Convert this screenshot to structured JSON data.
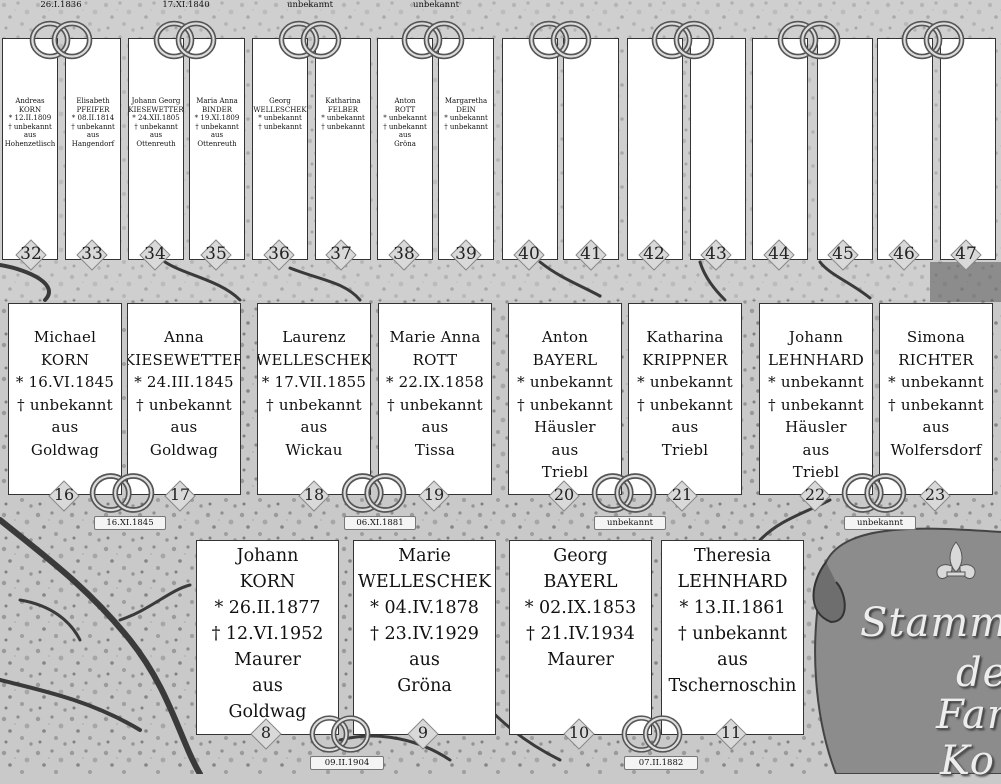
{
  "gen5": {
    "marriages": [
      "26.I.1836",
      "17.XI.1840",
      "unbekannt",
      "unbekannt"
    ],
    "persons": [
      {
        "num": "32",
        "lines": [
          "Andreas",
          "KORN",
          "* 12.II.1809",
          "† unbekannt",
          "aus",
          "Hohenzetlisch"
        ]
      },
      {
        "num": "33",
        "lines": [
          "Elisabeth",
          "PFEIFER",
          "* 08.II.1814",
          "† unbekannt",
          "aus",
          "Hangendorf"
        ]
      },
      {
        "num": "34",
        "lines": [
          "Johann Georg",
          "KIESEWETTER",
          "* 24.XII.1805",
          "† unbekannt",
          "aus",
          "Ottenreuth"
        ]
      },
      {
        "num": "35",
        "lines": [
          "Maria Anna",
          "BINDER",
          "* 19.XI.1809",
          "† unbekannt",
          "aus",
          "Ottenreuth"
        ]
      },
      {
        "num": "36",
        "lines": [
          "Georg",
          "WELLESCHEK",
          "* unbekannt",
          "† unbekannt"
        ]
      },
      {
        "num": "37",
        "lines": [
          "Katharina",
          "FELBER",
          "* unbekannt",
          "† unbekannt"
        ]
      },
      {
        "num": "38",
        "lines": [
          "Anton",
          "ROTT",
          "* unbekannt",
          "† unbekannt",
          "aus",
          "Gröna"
        ]
      },
      {
        "num": "39",
        "lines": [
          "Margaretha",
          "DEIN",
          "* unbekannt",
          "† unbekannt"
        ]
      },
      {
        "num": "40",
        "lines": []
      },
      {
        "num": "41",
        "lines": []
      },
      {
        "num": "42",
        "lines": []
      },
      {
        "num": "43",
        "lines": []
      },
      {
        "num": "44",
        "lines": []
      },
      {
        "num": "45",
        "lines": []
      },
      {
        "num": "46",
        "lines": []
      },
      {
        "num": "47",
        "lines": []
      }
    ]
  },
  "gen4": {
    "marriages": [
      "16.XI.1845",
      "06.XI.1881",
      "unbekannt",
      "unbekannt"
    ],
    "persons": [
      {
        "num": "16",
        "lines": [
          "Michael",
          "KORN",
          "* 16.VI.1845",
          "† unbekannt",
          "aus",
          "Goldwag"
        ]
      },
      {
        "num": "17",
        "lines": [
          "Anna",
          "KIESEWETTER",
          "* 24.III.1845",
          "† unbekannt",
          "aus",
          "Goldwag"
        ]
      },
      {
        "num": "18",
        "lines": [
          "Laurenz",
          "WELLESCHEK",
          "* 17.VII.1855",
          "† unbekannt",
          "aus",
          "Wickau"
        ]
      },
      {
        "num": "19",
        "lines": [
          "Marie Anna",
          "ROTT",
          "* 22.IX.1858",
          "† unbekannt",
          "aus",
          "Tissa"
        ]
      },
      {
        "num": "20",
        "lines": [
          "Anton",
          "BAYERL",
          "* unbekannt",
          "† unbekannt",
          "Häusler",
          "aus",
          "Triebl"
        ]
      },
      {
        "num": "21",
        "lines": [
          "Katharina",
          "KRIPPNER",
          "* unbekannt",
          "† unbekannt",
          "aus",
          "Triebl"
        ]
      },
      {
        "num": "22",
        "lines": [
          "Johann",
          "LEHNHARD",
          "* unbekannt",
          "† unbekannt",
          "Häusler",
          "aus",
          "Triebl"
        ]
      },
      {
        "num": "23",
        "lines": [
          "Simona",
          "RICHTER",
          "* unbekannt",
          "† unbekannt",
          "aus",
          "Wolfersdorf"
        ]
      }
    ]
  },
  "gen3": {
    "marriages": [
      "09.II.1904",
      "07.II.1882"
    ],
    "persons": [
      {
        "num": "8",
        "lines": [
          "Johann",
          "KORN",
          "* 26.II.1877",
          "† 12.VI.1952",
          "Maurer",
          "aus",
          "Goldwag"
        ]
      },
      {
        "num": "9",
        "lines": [
          "Marie",
          "WELLESCHEK",
          "* 04.IV.1878",
          "† 23.IV.1929",
          "aus",
          "Gröna"
        ]
      },
      {
        "num": "10",
        "lines": [
          "Georg",
          "BAYERL",
          "* 02.IX.1853",
          "† 21.IV.1934",
          "Maurer"
        ]
      },
      {
        "num": "11",
        "lines": [
          "Theresia",
          "LEHNHARD",
          "* 13.II.1861",
          "† unbekannt",
          "aus",
          "Tschernoschin"
        ]
      }
    ]
  },
  "title": [
    "Stamm",
    "de",
    "Fam",
    "Ko"
  ],
  "colors": {
    "background": "#c9c9c9",
    "card": "#ffffff",
    "border": "#333333",
    "title": "#ededed"
  },
  "icons": {
    "marriage": "wedding-rings-icon",
    "number": "diamond-badge-icon",
    "ornament": "fleur-de-lis-icon"
  }
}
